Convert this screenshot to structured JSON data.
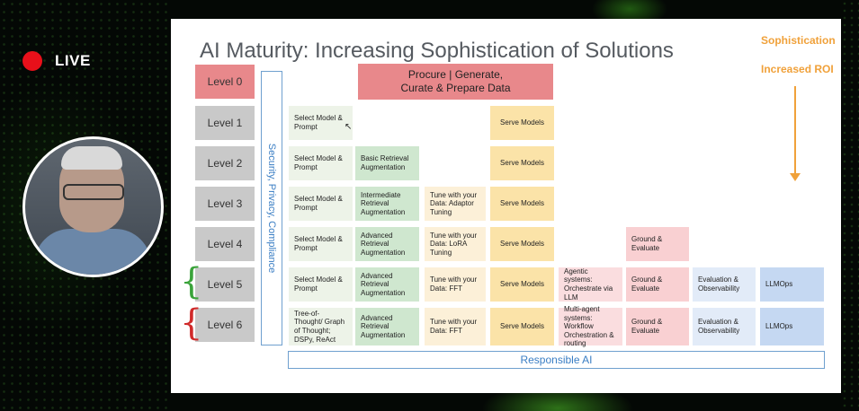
{
  "live_label": "LIVE",
  "colors": {
    "live_dot": "#e8101a",
    "accent": "#f0a13a"
  },
  "slide": {
    "title": "AI Maturity: Increasing Sophistication of Solutions",
    "side_labels": {
      "sophistication": "Sophistication",
      "roi": "Increased ROI"
    },
    "security_label": "Security, Privacy, Compliance",
    "procure_line1": "Procure | Generate,",
    "procure_line2": "Curate & Prepare Data",
    "responsible_ai": "Responsible AI",
    "levels": [
      "Level 0",
      "Level 1",
      "Level 2",
      "Level 3",
      "Level 4",
      "Level 5",
      "Level 6"
    ],
    "cells": {
      "select_model": "Select Model & Prompt",
      "tot": "Tree-of-Thought/ Graph of Thought; DSPy, ReAct",
      "basic_rag": "Basic Retrieval Augmentation",
      "intermediate_rag": "Intermediate Retrieval Augmentation",
      "advanced_rag": "Advanced Retrieval Augmentation",
      "tune_adaptor": "Tune with your Data: Adaptor Tuning",
      "tune_lora": "Tune with your Data: LoRA Tuning",
      "tune_fft": "Tune with your Data: FFT",
      "tune_fft6": "Tune with your Data: FFT",
      "serve": "Serve Models",
      "agentic": "Agentic systems: Orchestrate via LLM",
      "multi_agent": "Multi-agent systems: Workflow Orchestration & routing",
      "ground": "Ground & Evaluate",
      "eval_obs": "Evaluation & Observability",
      "llmops": "LLMOps"
    }
  }
}
